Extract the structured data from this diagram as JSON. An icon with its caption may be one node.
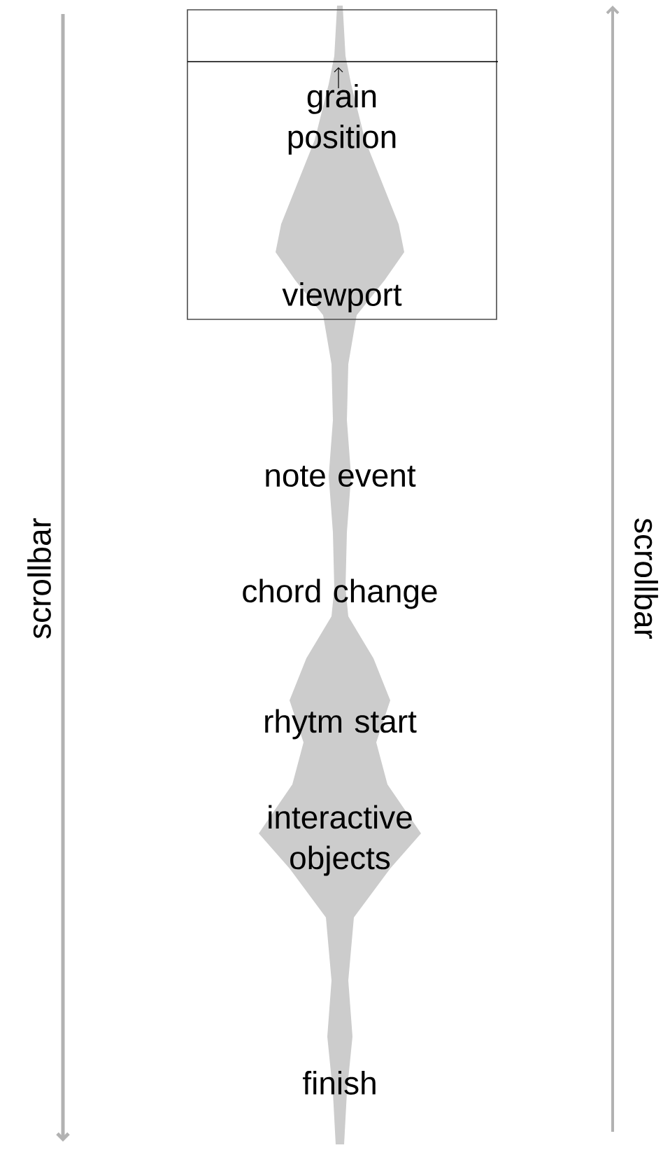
{
  "diagram": {
    "nodes": [
      {
        "text": [
          "grain position",
          "viewport"
        ]
      }
    ],
    "labels": [
      "note event",
      "chord change",
      "rhytm start",
      "interactive objects",
      "finish",
      "scrollbar",
      "scrollbar"
    ]
  }
}
